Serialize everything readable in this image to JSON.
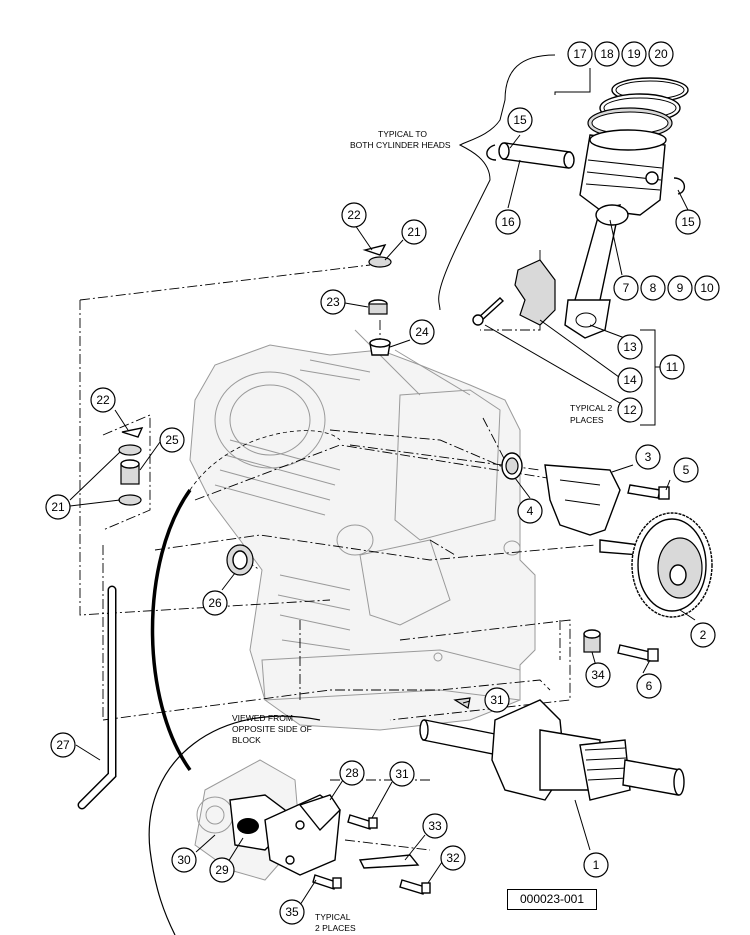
{
  "notes": {
    "typical_heads": [
      "TYPICAL TO",
      "BOTH CYLINDER HEADS"
    ],
    "typical_two": [
      "TYPICAL 2",
      "PLACES"
    ],
    "viewed_from": [
      "VIEWED FROM",
      "OPPOSITE SIDE OF",
      "BLOCK"
    ],
    "typical_two_bottom": [
      "TYPICAL",
      "2 PLACES"
    ]
  },
  "doc_number": "000023-001",
  "callouts": [
    "1",
    "2",
    "3",
    "4",
    "5",
    "6",
    "7",
    "8",
    "9",
    "10",
    "11",
    "12",
    "13",
    "14",
    "15",
    "15",
    "16",
    "17",
    "18",
    "19",
    "20",
    "21",
    "21",
    "22",
    "22",
    "23",
    "24",
    "25",
    "26",
    "27",
    "28",
    "29",
    "30",
    "31",
    "31",
    "32",
    "33",
    "34",
    "35"
  ]
}
